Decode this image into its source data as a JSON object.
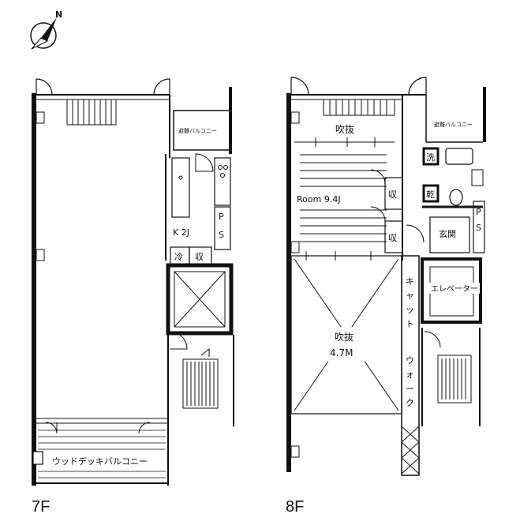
{
  "compass": {
    "label": "N"
  },
  "floor7": {
    "label": "7F",
    "balcony_small": "避難バルコニー",
    "kitchen": "K 2J",
    "fridge": "冷",
    "storage": "収",
    "ps_p": "P",
    "ps_s": "S",
    "deck_balcony": "ウッドデッキバルコニー"
  },
  "floor8": {
    "label": "8F",
    "balcony_small": "避難バルコニー",
    "void_top": "吹抜",
    "room": "Room 9.4J",
    "storage_1": "収",
    "storage_2": "収",
    "washer": "洗",
    "dryer": "乾",
    "entrance": "玄関",
    "ps_p": "P",
    "ps_s": "S",
    "elevator": "エレベーター",
    "void_big": "吹抜",
    "void_height": "4.7M",
    "catwalk": [
      "キ",
      "ャ",
      "ッ",
      "ト",
      "ウ",
      "ォ",
      "ー",
      "ク"
    ]
  }
}
